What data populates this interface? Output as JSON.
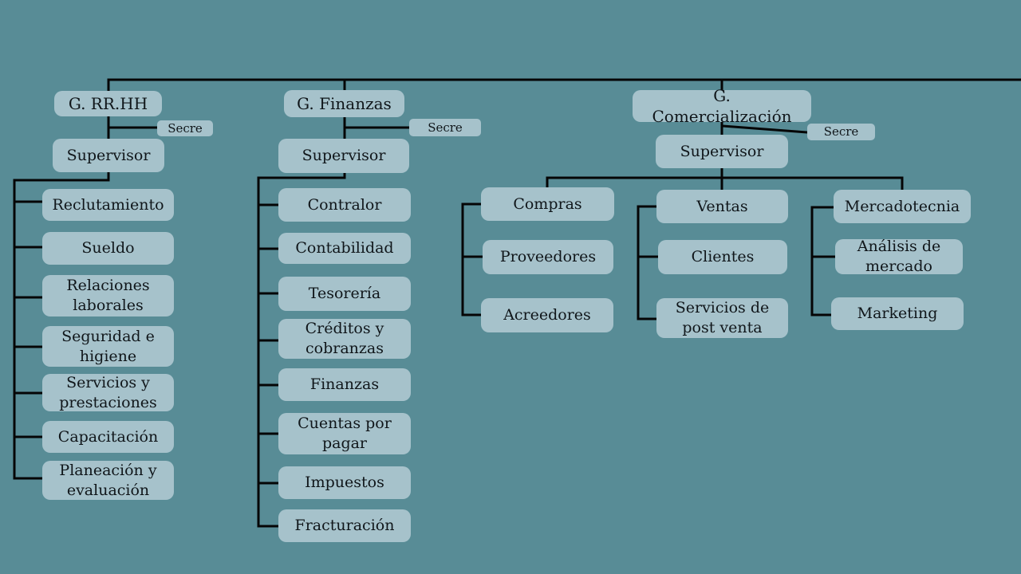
{
  "colors": {
    "background": "#588c96",
    "node_fill": "#a6c2cb",
    "node_text": "#10161a",
    "connector_line": "#050505"
  },
  "chart": {
    "departments": [
      {
        "label": "G. RR.HH",
        "secretary": "Secre",
        "supervisor": "Supervisor",
        "units": [
          "Reclutamiento",
          "Sueldo",
          "Relaciones laborales",
          "Seguridad e higiene",
          "Servicios y prestaciones",
          "Capacitación",
          "Planeación y evaluación"
        ]
      },
      {
        "label": "G. Finanzas",
        "secretary": "Secre",
        "supervisor": "Supervisor",
        "units": [
          "Contralor",
          "Contabilidad",
          "Tesorería",
          "Créditos y cobranzas",
          "Finanzas",
          "Cuentas por pagar",
          "Impuestos",
          "Fracturación"
        ]
      },
      {
        "label": "G. Comercialización",
        "secretary": "Secre",
        "supervisor": "Supervisor",
        "branches": [
          {
            "label": "Compras",
            "units": [
              "Proveedores",
              "Acreedores"
            ]
          },
          {
            "label": "Ventas",
            "units": [
              "Clientes",
              "Servicios de post venta"
            ]
          },
          {
            "label": "Mercadotecnia",
            "units": [
              "Análisis de mercado",
              "Marketing"
            ]
          }
        ]
      }
    ]
  }
}
